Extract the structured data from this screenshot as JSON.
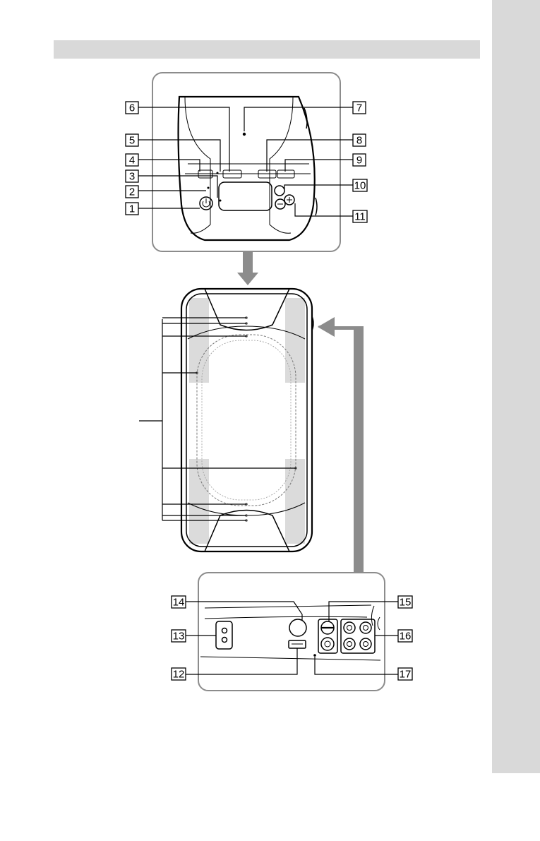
{
  "header": {
    "title": ""
  },
  "callouts": [
    {
      "id": "c1",
      "label": "1"
    },
    {
      "id": "c2",
      "label": "2"
    },
    {
      "id": "c3",
      "label": "3"
    },
    {
      "id": "c4",
      "label": "4"
    },
    {
      "id": "c5",
      "label": "5"
    },
    {
      "id": "c6",
      "label": "6"
    },
    {
      "id": "c7",
      "label": "7"
    },
    {
      "id": "c8",
      "label": "8"
    },
    {
      "id": "c9",
      "label": "9"
    },
    {
      "id": "c10",
      "label": "10"
    },
    {
      "id": "c11",
      "label": "11"
    },
    {
      "id": "c12",
      "label": "12"
    },
    {
      "id": "c13",
      "label": "13"
    },
    {
      "id": "c14",
      "label": "14"
    },
    {
      "id": "c15",
      "label": "15"
    },
    {
      "id": "c16",
      "label": "16"
    },
    {
      "id": "c17",
      "label": "17"
    }
  ],
  "colors": {
    "tab_gray": "#d9d9d9",
    "panel_gray": "#8c8c8c",
    "ink": "#000000"
  },
  "icons": [
    "power-icon",
    "minus-icon",
    "plus-icon",
    "ac-inlet-icon",
    "usb-port-icon",
    "rca-jack-icon"
  ]
}
